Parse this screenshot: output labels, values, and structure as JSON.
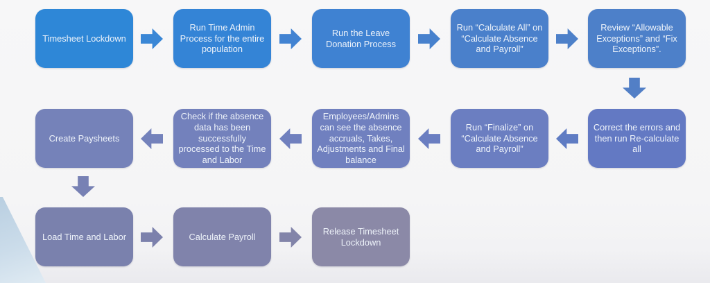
{
  "canvas": {
    "background_top": "#f7f7f8",
    "background_bottom": "#eaeaee",
    "text_color": "#eef3fa"
  },
  "decoration": {
    "corner_wedge": "pale-blue-diagonal-wedge",
    "wedge_color_start": "#b9cfe1",
    "wedge_color_end": "#e0ebf3"
  },
  "flowchart": {
    "nodes": [
      {
        "label": "Timesheet Lockdown",
        "color": "#2e87d7"
      },
      {
        "label": "Run Time Admin Process for the entire population",
        "color": "#3484d6"
      },
      {
        "label": "Run the Leave Donation Process",
        "color": "#3f82d2"
      },
      {
        "label": "Run “Calculate All” on “Calculate Absence and Payroll”",
        "color": "#4a80cb"
      },
      {
        "label": "Review “Allowable Exceptions” and “Fix Exceptions”.",
        "color": "#4d80c9"
      },
      {
        "label": "Correct the errors and then run Re-calculate all",
        "color": "#6379c3"
      },
      {
        "label": "Run “Finalize” on “Calculate Absence and Payroll”",
        "color": "#6b7ec1"
      },
      {
        "label": "Employees/Admins can see the absence accruals, Takes, Adjustments and Final balance",
        "color": "#7080bf"
      },
      {
        "label": "Check if the absence data has been successfully processed to the Time and Labor",
        "color": "#7381bc"
      },
      {
        "label": "Create Paysheets",
        "color": "#7582b9"
      },
      {
        "label": "Load Time and Labor",
        "color": "#7a81ad"
      },
      {
        "label": "Calculate Payroll",
        "color": "#8083ab"
      },
      {
        "label": "Release Timesheet Lockdown",
        "color": "#8b89a7"
      }
    ],
    "arrows": [
      {
        "dir": "right",
        "color": "#3a87d6"
      },
      {
        "dir": "right",
        "color": "#4283d2"
      },
      {
        "dir": "right",
        "color": "#4781cd"
      },
      {
        "dir": "right",
        "color": "#4d80c9"
      },
      {
        "dir": "down",
        "color": "#527fc6"
      },
      {
        "dir": "left",
        "color": "#5f7cc3"
      },
      {
        "dir": "left",
        "color": "#6a7ec1"
      },
      {
        "dir": "left",
        "color": "#7080be"
      },
      {
        "dir": "left",
        "color": "#7482bb"
      },
      {
        "dir": "down",
        "color": "#7781b4"
      },
      {
        "dir": "right",
        "color": "#7c81ac"
      },
      {
        "dir": "right",
        "color": "#8284a9"
      }
    ]
  }
}
